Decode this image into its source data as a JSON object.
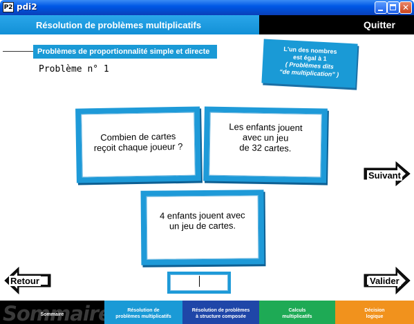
{
  "window": {
    "title": "pdi2",
    "icon_text": "P2",
    "close_glyph": "✕",
    "icons": [
      "app-icon",
      "minimize-icon",
      "maximize-icon",
      "close-icon"
    ]
  },
  "header": {
    "title": "Résolution de problèmes multiplicatifs",
    "quit_label": "Quitter"
  },
  "section": {
    "title": "Problèmes de proportionnalité simple et directe"
  },
  "problem": {
    "number_label": "Problème n°  1"
  },
  "info_card": {
    "line1": "L'un des nombres",
    "line2": "est égal à 1",
    "line3": "( Problèmes dits",
    "line4": "“de multiplication” )"
  },
  "cards": [
    {
      "lines": [
        "Combien de cartes",
        "reçoit chaque joueur ?"
      ]
    },
    {
      "lines": [
        "Les enfants jouent",
        "avec un jeu",
        "de 32 cartes."
      ]
    },
    {
      "lines": [
        "4 enfants jouent avec",
        "un jeu de cartes."
      ]
    }
  ],
  "answer": {
    "value": "",
    "placeholder": ""
  },
  "nav": {
    "next_label": "Suivant",
    "back_label": "Retour",
    "validate_label": "Valider"
  },
  "bottom_nav": {
    "sommaire_watermark": "Sommaire",
    "sommaire_label": "Sommaire",
    "resol": [
      "Résolution de",
      "problèmes multiplicatifs"
    ],
    "struct": [
      "Résolution de problèmes",
      "à structure composée"
    ],
    "calc": [
      "Calculs",
      "multiplicatifs"
    ],
    "decision": [
      "Décision",
      "logique"
    ]
  },
  "colors": {
    "accent_blue": "#1a9ad6",
    "dark_blue": "#1f46a8",
    "green": "#1eaa55",
    "orange": "#f1921d",
    "black": "#000000"
  }
}
